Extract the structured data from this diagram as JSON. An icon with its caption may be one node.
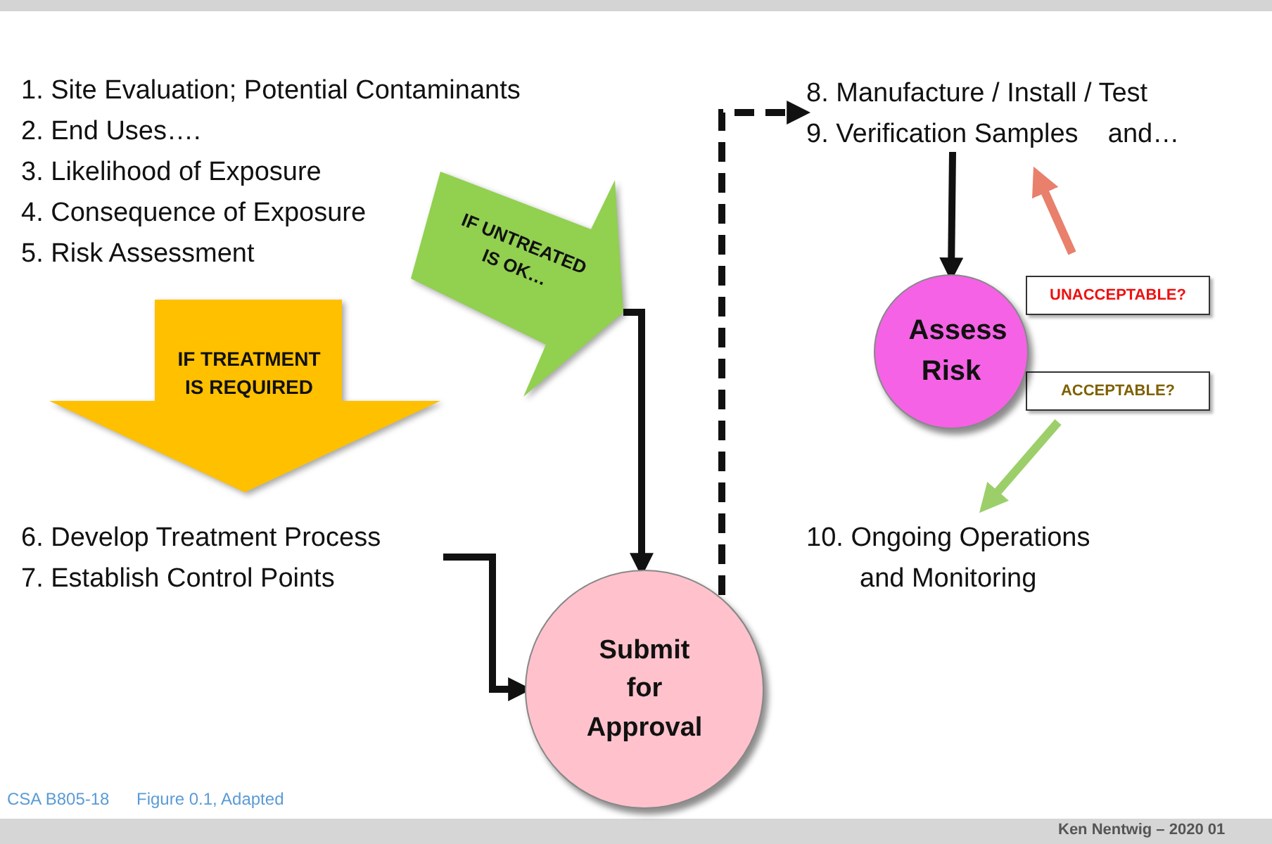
{
  "diagram": {
    "nodes": [
      {
        "text": [
          "1. Site Evaluation; Potential Contaminants",
          "2. End Uses….",
          "3. Likelihood of Exposure",
          "4. Consequence of Exposure",
          "5. Risk Assessment"
        ]
      },
      {
        "text": [
          "IF TREATMENT IS REQUIRED"
        ]
      },
      {
        "text": [
          "IF UNTREATED IS OK…"
        ]
      },
      {
        "text": [
          "6. Develop Treatment Process",
          "7. Establish Control Points"
        ]
      },
      {
        "text": [
          "Submit for Approval"
        ]
      },
      {
        "text": [
          "8. Manufacture / Install / Test",
          "9. Verification Samples    and…"
        ]
      },
      {
        "text": [
          "Assess Risk"
        ]
      },
      {
        "text": [
          "UNACCEPTABLE?"
        ]
      },
      {
        "text": [
          "ACCEPTABLE?"
        ]
      },
      {
        "text": [
          "10. Ongoing Operations and Monitoring"
        ]
      }
    ],
    "edges": [
      {
        "from": 2,
        "to": 4,
        "arrow": "to"
      },
      {
        "from": 3,
        "to": 4,
        "arrow": "to"
      },
      {
        "from": 4,
        "to": 5,
        "arrow": "to",
        "style": "dashed"
      },
      {
        "from": 5,
        "to": 6,
        "arrow": "to"
      },
      {
        "from": 7,
        "to": 5,
        "arrow": "to",
        "color": "#e8806c"
      },
      {
        "from": 8,
        "to": 9,
        "arrow": "to",
        "color": "#9ccf6a"
      }
    ],
    "labels": [
      "CSA B805-18",
      "Figure 0.1, Adapted",
      "Ken Nentwig – 2020 01"
    ]
  }
}
